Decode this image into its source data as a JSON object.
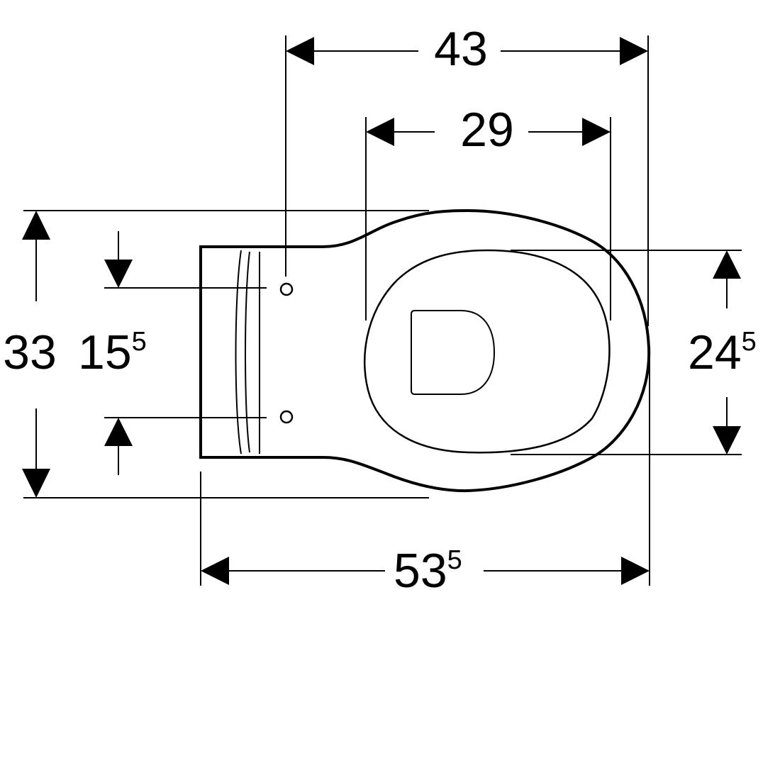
{
  "drawing": {
    "dimensions": {
      "top_outer": "43",
      "top_inner": "29",
      "left_outer": "33",
      "left_inner_base": "15",
      "left_inner_sup": "5",
      "right_base": "24",
      "right_sup": "5",
      "bottom_base": "53",
      "bottom_sup": "5"
    }
  }
}
